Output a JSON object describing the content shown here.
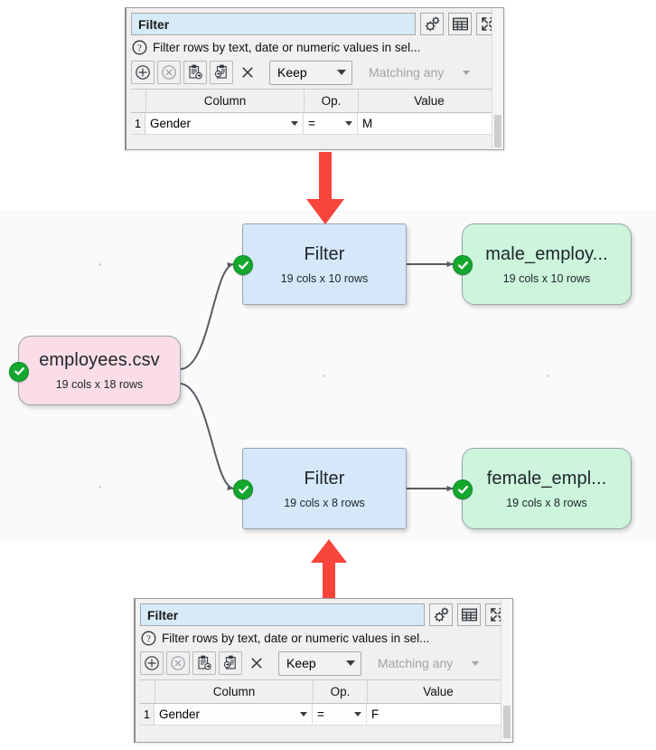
{
  "app": {
    "canvas_background": "#fafafa",
    "arrow_color": "#f9443c"
  },
  "top_panel": {
    "name_value": "Filter",
    "name_placeholder": "Filter",
    "help_icon": "question-mark-icon",
    "description": "Filter rows by text, date or numeric values in sel...",
    "title_buttons": [
      {
        "name": "settings-gear-icon",
        "label": ""
      },
      {
        "name": "table-grid-icon",
        "label": ""
      },
      {
        "name": "expand-arrows-icon",
        "label": ""
      }
    ],
    "action_buttons": [
      {
        "name": "add-row-icon",
        "label": ""
      },
      {
        "name": "remove-row-icon",
        "label": ""
      },
      {
        "name": "copy-to-clipboard-icon",
        "label": ""
      },
      {
        "name": "paste-from-clipboard-icon",
        "label": ""
      },
      {
        "name": "clear-all-icon",
        "label": ""
      }
    ],
    "keep_select": {
      "value": "Keep",
      "enabled": true
    },
    "matching_select": {
      "value": "Matching any",
      "enabled": false
    },
    "table": {
      "headers": [
        "Column",
        "Op.",
        "Value"
      ],
      "rows": [
        {
          "num": "1",
          "column": "Gender",
          "op": "=",
          "value": "M"
        }
      ]
    }
  },
  "bottom_panel": {
    "name_value": "Filter",
    "name_placeholder": "Filter",
    "help_icon": "question-mark-icon",
    "description": "Filter rows by text, date or numeric values in sel...",
    "title_buttons": [
      {
        "name": "settings-gear-icon",
        "label": ""
      },
      {
        "name": "table-grid-icon",
        "label": ""
      },
      {
        "name": "expand-arrows-icon",
        "label": ""
      }
    ],
    "action_buttons": [
      {
        "name": "add-row-icon",
        "label": ""
      },
      {
        "name": "remove-row-icon",
        "label": ""
      },
      {
        "name": "copy-to-clipboard-icon",
        "label": ""
      },
      {
        "name": "paste-from-clipboard-icon",
        "label": ""
      },
      {
        "name": "clear-all-icon",
        "label": ""
      }
    ],
    "keep_select": {
      "value": "Keep",
      "enabled": true
    },
    "matching_select": {
      "value": "Matching any",
      "enabled": false
    },
    "table": {
      "headers": [
        "Column",
        "Op.",
        "Value"
      ],
      "rows": [
        {
          "num": "1",
          "column": "Gender",
          "op": "=",
          "value": "F"
        }
      ]
    }
  },
  "graph": {
    "nodes": [
      {
        "id": "source",
        "title": "employees.csv",
        "subtitle": "19 cols x 18 rows",
        "kind": "source",
        "color": "#fadde7",
        "status": "ok"
      },
      {
        "id": "filter-male",
        "title": "Filter",
        "subtitle": "19 cols x 10 rows",
        "kind": "operation",
        "color": "#d5e8fa",
        "status": "ok"
      },
      {
        "id": "male-output",
        "title": "male_employ...",
        "subtitle": "19 cols x 10 rows",
        "kind": "output",
        "color": "#ccf5dc",
        "status": "ok"
      },
      {
        "id": "filter-female",
        "title": "Filter",
        "subtitle": "19 cols x 8 rows",
        "kind": "operation",
        "color": "#d5e8fa",
        "status": "ok"
      },
      {
        "id": "female-output",
        "title": "female_empl...",
        "subtitle": "19 cols x 8 rows",
        "kind": "output",
        "color": "#ccf5dc",
        "status": "ok"
      }
    ]
  }
}
